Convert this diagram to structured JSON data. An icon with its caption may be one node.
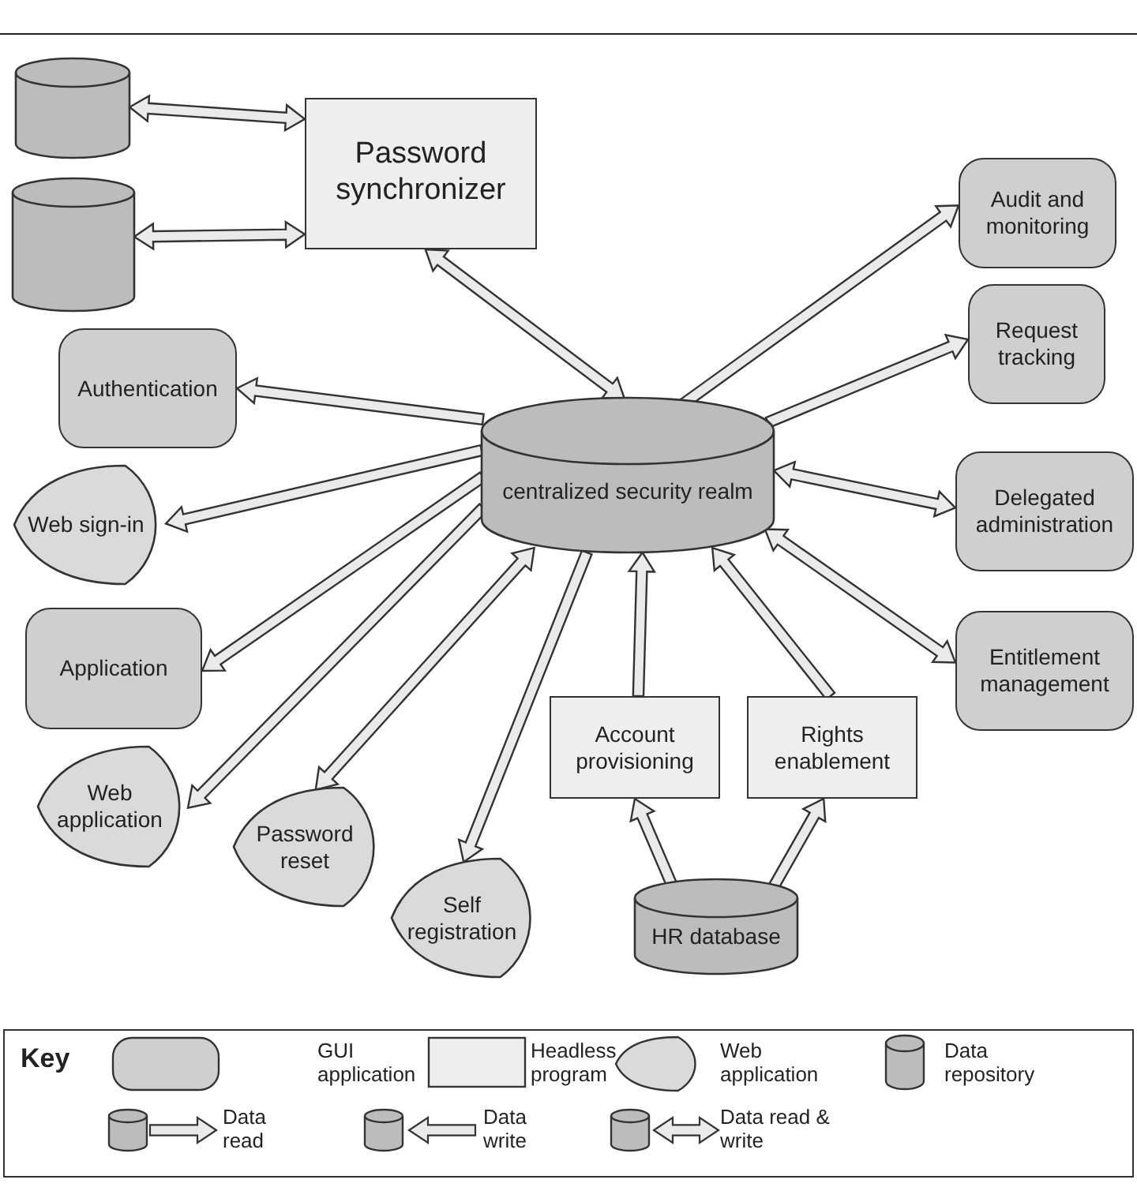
{
  "diagram": {
    "nodes": [
      {
        "text": [],
        "shape": "cylinder"
      },
      {
        "text": [],
        "shape": "cylinder"
      },
      {
        "text": [
          "Password synchronizer"
        ]
      },
      {
        "text": [
          "Audit and monitoring"
        ]
      },
      {
        "text": [
          "Request tracking"
        ]
      },
      {
        "text": [
          "Authentication"
        ]
      },
      {
        "text": [
          "centralized security realm"
        ]
      },
      {
        "text": [
          "Delegated administration"
        ]
      },
      {
        "text": [
          "Web sign-in"
        ]
      },
      {
        "text": [
          "Application"
        ]
      },
      {
        "text": [
          "Entitlement management"
        ]
      },
      {
        "text": [
          "Account provisioning"
        ]
      },
      {
        "text": [
          "Rights enablement"
        ]
      },
      {
        "text": [
          "Web application"
        ]
      },
      {
        "text": [
          "Password reset"
        ]
      },
      {
        "text": [
          "Self registration"
        ]
      },
      {
        "text": [
          "HR database"
        ]
      }
    ],
    "edges": [
      {
        "from": 0,
        "to": 2,
        "arrow": "both"
      },
      {
        "from": 1,
        "to": 2,
        "arrow": "both"
      },
      {
        "from": 2,
        "to": 6,
        "arrow": "both"
      },
      {
        "from": 6,
        "to": 3,
        "arrow": "to"
      },
      {
        "from": 6,
        "to": 4,
        "arrow": "to"
      },
      {
        "from": 6,
        "to": 5,
        "arrow": "to"
      },
      {
        "from": 6,
        "to": 8,
        "arrow": "to"
      },
      {
        "from": 6,
        "to": 9,
        "arrow": "to"
      },
      {
        "from": 6,
        "to": 13,
        "arrow": "to"
      },
      {
        "from": 6,
        "to": 14,
        "arrow": "both"
      },
      {
        "from": 6,
        "to": 15,
        "arrow": "to"
      },
      {
        "from": 11,
        "to": 6,
        "arrow": "to"
      },
      {
        "from": 12,
        "to": 6,
        "arrow": "to"
      },
      {
        "from": 16,
        "to": 11,
        "arrow": "to"
      },
      {
        "from": 16,
        "to": 12,
        "arrow": "to"
      },
      {
        "from": 6,
        "to": 7,
        "arrow": "both"
      },
      {
        "from": 6,
        "to": 10,
        "arrow": "both"
      }
    ],
    "labels": [
      "Key"
    ],
    "legend": [
      {
        "text": "GUI application"
      },
      {
        "text": "Headless program"
      },
      {
        "text": "Web application"
      },
      {
        "text": "Data repository"
      },
      {
        "text": "Data read"
      },
      {
        "text": "Data write"
      },
      {
        "text": "Data read & write"
      }
    ]
  }
}
